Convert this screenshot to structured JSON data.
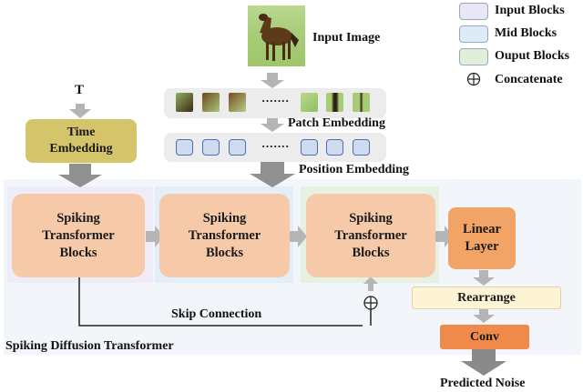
{
  "legend": [
    {
      "label": "Input Blocks",
      "color": "#e8e6f7"
    },
    {
      "label": "Mid Blocks",
      "color": "#dcebf8"
    },
    {
      "label": "Ouput Blocks",
      "color": "#e1efda"
    },
    {
      "label": "Concatenate",
      "color": "#ffffff"
    }
  ],
  "labels": {
    "input_image": "Input Image",
    "t": "T",
    "time_embedding": "Time\nEmbedding",
    "patch_embedding": "Patch Embedding",
    "position_embedding": "Position Embedding",
    "ellipsis_patches": "·······",
    "ellipsis_tokens": "·······",
    "block1": "Spiking\nTransformer\nBlocks",
    "block2": "Spiking\nTransformer\nBlocks",
    "block3": "Spiking\nTransformer\nBlocks",
    "linear_layer": "Linear\nLayer",
    "rearrange": "Rearrange",
    "conv": "Conv",
    "skip_connection": "Skip Connection",
    "predicted_noise": "Predicted Noise",
    "title": "Spiking Diffusion Transformer"
  },
  "colors": {
    "time_embedding": "#d4c46a",
    "block": "#f6c9a8",
    "linear": "#f2a467",
    "rearrange": "#fdf3d5",
    "conv": "#ef8a4a",
    "arrow": "#b5b5b5",
    "main_bg": "#f2f6fb"
  }
}
